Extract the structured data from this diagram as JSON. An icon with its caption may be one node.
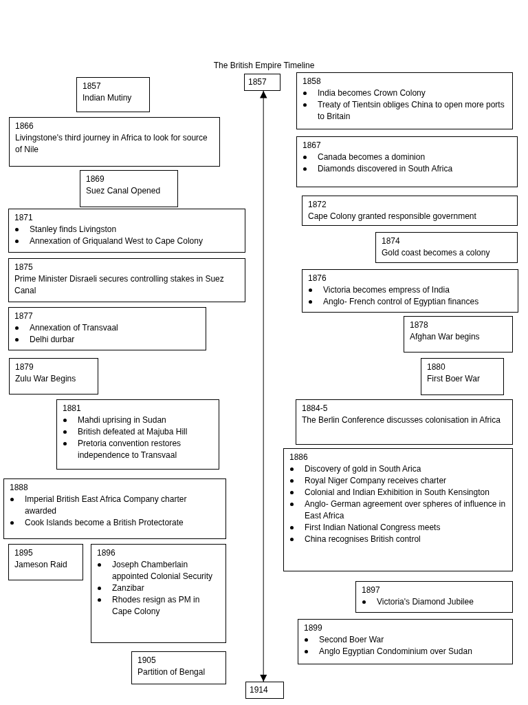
{
  "diagram": {
    "title": "The British Empire Timeline",
    "nodes": [
      {
        "text": [
          "1857"
        ]
      },
      {
        "text": [
          "1857",
          "Indian Mutiny"
        ]
      },
      {
        "text": [
          "1858",
          "India becomes Crown Colony",
          "Treaty of Tientsin obliges China to open more ports to Britain"
        ]
      },
      {
        "text": [
          "1866",
          "Livingstone's third journey in Africa to look for source of Nile"
        ]
      },
      {
        "text": [
          "1867",
          "Canada becomes a dominion",
          "Diamonds discovered in South Africa"
        ]
      },
      {
        "text": [
          "1869",
          "Suez Canal Opened"
        ]
      },
      {
        "text": [
          "1872",
          "Cape Colony granted responsible government"
        ]
      },
      {
        "text": [
          "1871",
          "Stanley finds Livingston",
          "Annexation of Griqualand West to Cape Colony"
        ]
      },
      {
        "text": [
          "1874",
          "Gold coast becomes a colony"
        ]
      },
      {
        "text": [
          "1875",
          "Prime Minister Disraeli secures controlling stakes in Suez Canal"
        ]
      },
      {
        "text": [
          "1876",
          "Victoria becomes empress of India",
          "Anglo- French control of Egyptian finances"
        ]
      },
      {
        "text": [
          "1877",
          "Annexation of Transvaal",
          "Delhi durbar"
        ]
      },
      {
        "text": [
          "1878",
          "Afghan War begins"
        ]
      },
      {
        "text": [
          "1879",
          "Zulu War Begins"
        ]
      },
      {
        "text": [
          "1880",
          "First Boer War"
        ]
      },
      {
        "text": [
          "1881",
          "Mahdi uprising in Sudan",
          "British defeated at Majuba Hill",
          "Pretoria convention restores independence to Transvaal"
        ]
      },
      {
        "text": [
          "1884-5",
          "The Berlin Conference discusses colonisation in Africa"
        ]
      },
      {
        "text": [
          "1886",
          "Discovery of gold in South Arica",
          "Royal Niger Company receives charter",
          "Colonial and Indian Exhibition in South Kensington",
          "Anglo- German agreement over spheres of influence in East Africa",
          "First Indian National Congress meets",
          "China recognises British control"
        ]
      },
      {
        "text": [
          "1888",
          "Imperial British East Africa Company charter awarded",
          "Cook Islands become a British Protectorate"
        ]
      },
      {
        "text": [
          "1895",
          "Jameson Raid"
        ]
      },
      {
        "text": [
          "1896",
          "Joseph Chamberlain appointed Colonial Security",
          "Zanzibar",
          "Rhodes resign as PM in Cape Colony"
        ]
      },
      {
        "text": [
          "1897",
          "Victoria's Diamond Jubilee"
        ]
      },
      {
        "text": [
          "1899",
          "Second Boer War",
          "Anglo Egyptian Condominium over Sudan"
        ]
      },
      {
        "text": [
          "1905",
          "Partition of Bengal"
        ]
      },
      {
        "text": [
          "1914"
        ]
      }
    ],
    "edges": [
      {
        "from": 0,
        "to": 24,
        "arrow": "both"
      }
    ]
  }
}
